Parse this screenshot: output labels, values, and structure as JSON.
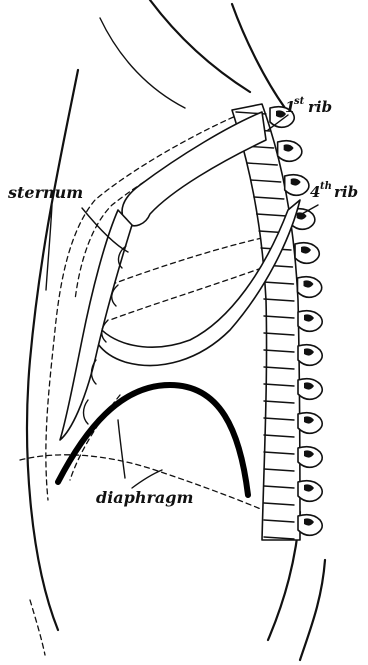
{
  "labels": {
    "sternum": "sternum",
    "first_rib_sup": "st",
    "first_rib_num": "1",
    "first_rib_word": "rib",
    "fourth_rib_sup": "th",
    "fourth_rib_num": "4",
    "fourth_rib_word": "rib",
    "diaphragm": "diaphragm"
  },
  "colors": {
    "ink": "#111111",
    "paper": "#ffffff"
  }
}
